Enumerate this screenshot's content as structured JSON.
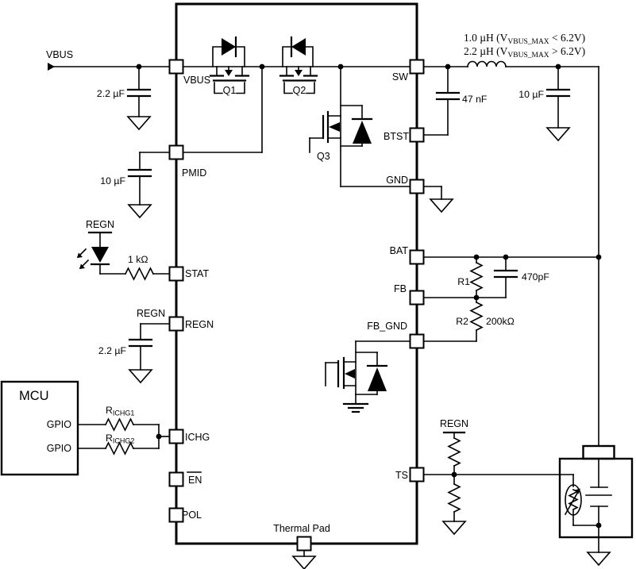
{
  "nets": {
    "vbus_in": "VBUS",
    "regn": "REGN"
  },
  "ic": {
    "left_pins": [
      "VBUS",
      "PMID",
      "STAT",
      "REGN",
      "ICHG",
      "EN",
      "POL"
    ],
    "right_pins": [
      "SW",
      "BTST",
      "GND",
      "BAT",
      "FB",
      "FB_GND",
      "TS"
    ],
    "bottom_pin": "Thermal Pad",
    "transistors": [
      "Q1",
      "Q2",
      "Q3"
    ]
  },
  "components": {
    "input_cap": "2.2 µF",
    "pmid_cap": "10 µF",
    "led_resistor": "1 kΩ",
    "regn_cap": "2.2 µF",
    "bootstrap_cap": "47 nF",
    "output_cap": "10 µF",
    "r1": "R1",
    "r2": "R2",
    "r2_value": "200kΩ",
    "feedback_cap": "470pF"
  },
  "inductor_note": {
    "line1": {
      "pre": "1.0 µH (V",
      "sub": "VBUS_MAX",
      "post": " < 6.2V)"
    },
    "line2": {
      "pre": "2.2 µH (V",
      "sub": "VBUS_MAX",
      "post": " > 6.2V)"
    }
  },
  "mcu": {
    "title": "MCU",
    "gpio1": "GPIO",
    "gpio2": "GPIO",
    "richg1": {
      "pre": "R",
      "sub": "ICHG1"
    },
    "richg2": {
      "pre": "R",
      "sub": "ICHG2"
    }
  }
}
